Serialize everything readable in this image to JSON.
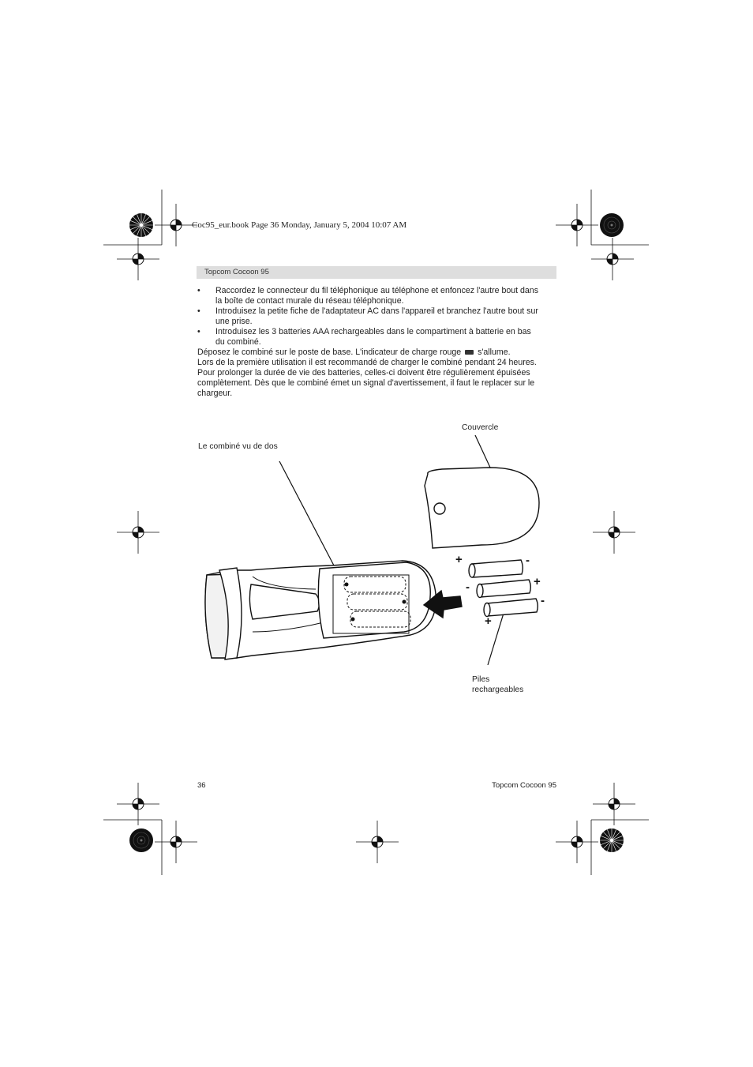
{
  "print_mark": "Coc95_eur.book  Page 36  Monday, January 5, 2004  10:07 AM",
  "header": {
    "title": "Topcom Cocoon 95"
  },
  "bullets": [
    {
      "marker": "•",
      "lines": [
        "Raccordez le connecteur du fil téléphonique au téléphone et enfoncez l'autre bout dans",
        "la boîte de contact murale du réseau téléphonique."
      ]
    },
    {
      "marker": "•",
      "lines": [
        "Introduisez la petite fiche de l'adaptateur AC dans l'appareil et branchez l'autre bout sur",
        "une prise."
      ]
    },
    {
      "marker": "•",
      "lines": [
        "Introduisez les 3 batteries AAA rechargeables dans le compartiment à batterie en bas",
        "du combiné."
      ]
    }
  ],
  "paragraph": {
    "line1_before": "Déposez le combiné sur le poste de base. L'indicateur de charge rouge",
    "line1_after": "s'allume.",
    "lines": [
      "Lors de la première utilisation il est recommandé de charger le combiné pendant 24 heures.",
      "Pour prolonger la durée de vie des batteries, celles-ci doivent être régulièrement épuisées",
      "complètement. Dès que le combiné émet un signal d'avertissement, il faut le replacer sur le",
      "chargeur."
    ]
  },
  "figure": {
    "label_cover": "Couvercle",
    "label_handset": "Le combiné vu de dos",
    "label_batteries_line1": "Piles",
    "label_batteries_line2": "rechargeables",
    "plus": "+",
    "minus": "-"
  },
  "icons": {
    "charge_indicator": "battery-charge-icon",
    "registration": "crosshair-icon",
    "colorbar": "radial-target-icon"
  },
  "footer": {
    "page_number": "36",
    "product": "Topcom Cocoon 95"
  }
}
